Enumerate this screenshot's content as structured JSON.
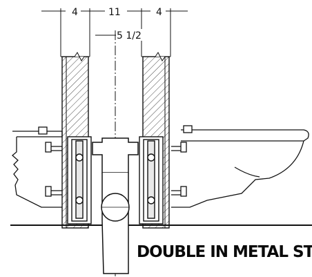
{
  "dimensions": {
    "left_wall": "4",
    "cavity": "11",
    "right_wall": "4",
    "centerline_offset": "5 1/2"
  },
  "caption": "DOUBLE IN METAL STUI"
}
